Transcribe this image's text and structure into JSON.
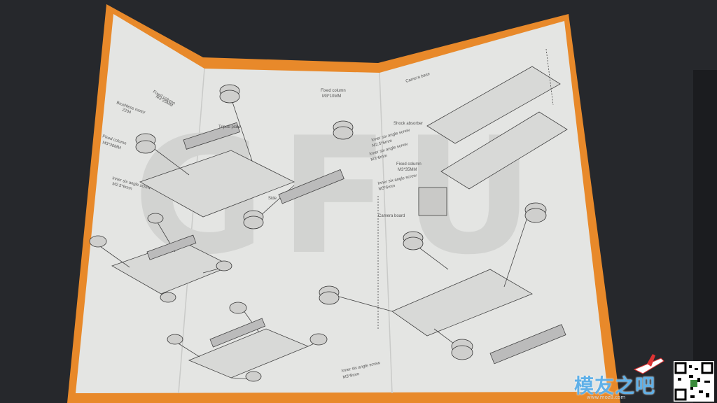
{
  "labels": {
    "fixed_column_1": "Fixed column",
    "fixed_column_1_size": "M3*25MM",
    "brushless_motor": "Brushless motor",
    "brushless_motor_size": "2204",
    "fixed_column_2": "Fixed column",
    "fixed_column_2_size": "M3*30MM",
    "tripod_plate": "Tripod plate",
    "fixed_column_3": "Fixed column",
    "fixed_column_3_size": "M3*10MM",
    "inner_screw_1": "Inner six angle screw",
    "inner_screw_1_size": "M2.5*6mm",
    "side": "Side",
    "camera_base": "Camera base",
    "shock_absorber": "Shock absorber",
    "inner_screw_2": "Inner six angle screw",
    "inner_screw_2_size": "M2.5*6mm",
    "inner_screw_3": "Inner six angle screw",
    "inner_screw_3_size": "M3*6mm",
    "fixed_column_4": "Fixed column",
    "fixed_column_4_size": "M3*35MM",
    "inner_screw_4": "Inner six angle screw",
    "inner_screw_4_size": "M3*6mm",
    "camera_board": "Camera board",
    "inner_screw_5": "Inner six angle screw",
    "inner_screw_5_size": "M3*8mm"
  },
  "background_letters": "GFU",
  "watermark": {
    "text": "模友之吧",
    "url": "www.moz8.com"
  }
}
